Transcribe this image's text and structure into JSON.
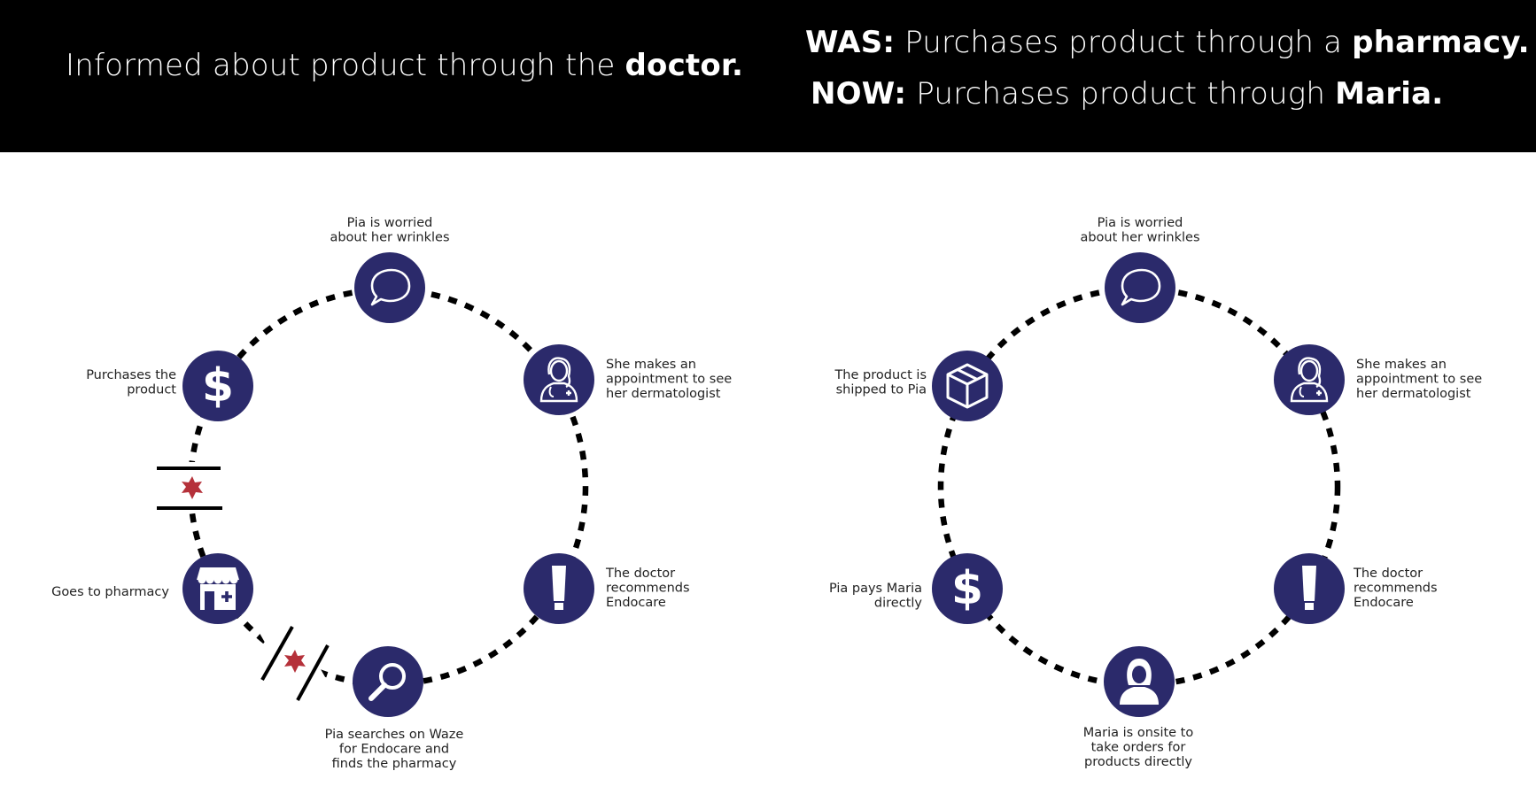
{
  "header": {
    "left": {
      "pre": "Informed about product through the ",
      "bold": "doctor."
    },
    "was": {
      "tag": "WAS:",
      "pre": " Purchases product through a ",
      "bold": "pharmacy."
    },
    "now": {
      "tag": "NOW:",
      "pre": " Purchases product through ",
      "bold": "Maria."
    }
  },
  "colors": {
    "node": "#2b2a6b",
    "star": "#b5313a",
    "dash": "#000000",
    "banner": "#000000"
  },
  "left_cycle": {
    "nodes": [
      {
        "icon": "speech-bubble-icon",
        "label": [
          "Pia is worried",
          "about her wrinkles"
        ]
      },
      {
        "icon": "doctor-icon",
        "label": [
          "She makes an",
          "appointment to see",
          "her dermatologist"
        ]
      },
      {
        "icon": "tube-icon",
        "label": [
          "The doctor",
          "recommends",
          "Endocare"
        ]
      },
      {
        "icon": "magnifier-icon",
        "label": [
          "Pia searches on Waze",
          "for Endocare and",
          "finds the pharmacy"
        ]
      },
      {
        "icon": "pharmacy-icon",
        "label": [
          "Goes to pharmacy"
        ]
      },
      {
        "icon": "dollar-icon",
        "label": [
          "Purchases the",
          "product"
        ]
      }
    ]
  },
  "right_cycle": {
    "nodes": [
      {
        "icon": "speech-bubble-icon",
        "label": [
          "Pia is worried",
          "about her wrinkles"
        ]
      },
      {
        "icon": "doctor-icon",
        "label": [
          "She makes an",
          "appointment to see",
          "her dermatologist"
        ]
      },
      {
        "icon": "tube-icon",
        "label": [
          "The doctor",
          "recommends",
          "Endocare"
        ]
      },
      {
        "icon": "person-icon",
        "label": [
          "Maria is onsite to",
          "take orders for",
          "products directly"
        ]
      },
      {
        "icon": "dollar-icon",
        "label": [
          "Pia pays Maria",
          "directly"
        ]
      },
      {
        "icon": "box-icon",
        "label": [
          "The product is",
          "shipped to Pia"
        ]
      }
    ]
  }
}
